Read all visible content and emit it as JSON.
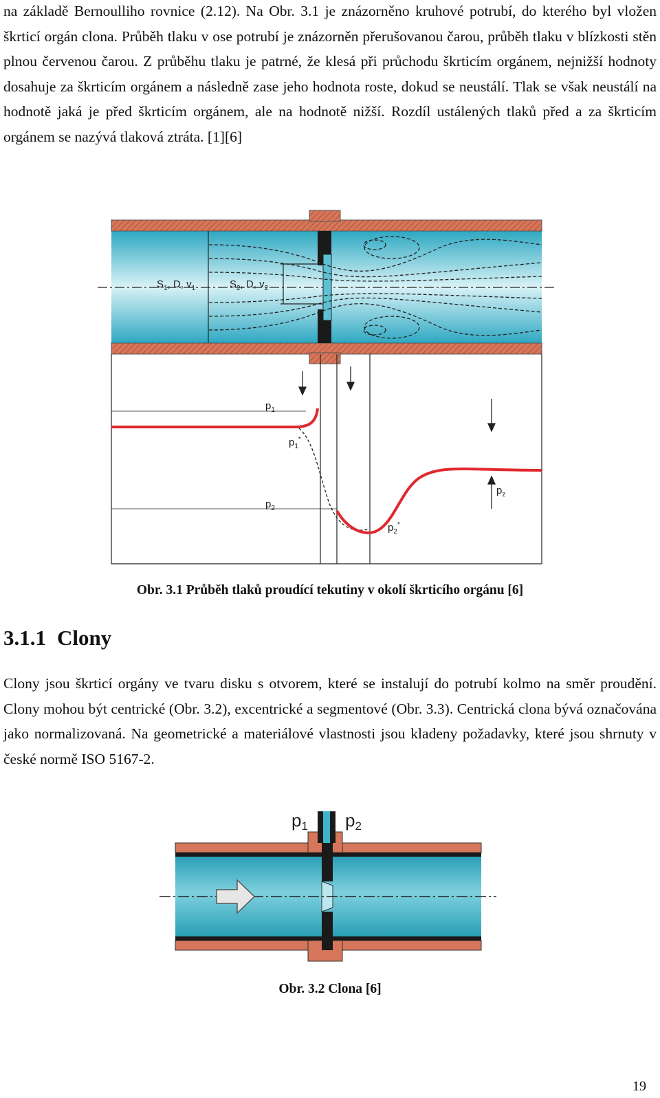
{
  "paragraph1": "na základě Bernoulliho rovnice (2.12). Na Obr. 3.1 je znázorněno kruhové potrubí, do kterého byl vložen škrticí orgán clona. Průběh tlaku v ose potrubí je znázorněn přerušovanou čarou, průběh tlaku v blízkosti stěn plnou červenou čarou. Z průběhu tlaku je patrné, že klesá při průchodu škrticím orgánem, nejnižší hodnoty dosahuje za škrticím orgánem a následně zase jeho hodnota roste, dokud se neustálí. Tlak se však neustálí na hodnotě jaká je před škrticím orgánem, ale na hodnotě nižší. Rozdíl ustálených tlaků před a za škrticím orgánem se nazývá tlaková ztráta. [1][6]",
  "figure1": {
    "label_section1_s": "S",
    "label_section1_sub": "1",
    "label_section1_rest": ", D, v",
    "label_section1_vsub": "1",
    "label_section2_s": "S",
    "label_section2_sub": "2",
    "label_section2_rest": ", D, v",
    "label_section2_vsub": "2",
    "p1": "p",
    "p1_sub": "1",
    "p1_star": "p",
    "p1_star_sub": "1",
    "p1_star_sup": "*",
    "p2": "p",
    "p2_sub": "2",
    "p2_star": "p",
    "p2_star_sub": "2",
    "p2_star_sup": "*",
    "pz": "p",
    "pz_sub": "z",
    "caption": "Obr. 3.1 Průběh tlaků proudící tekutiny v okolí škrticího orgánu [6]"
  },
  "heading": {
    "number": "3.1.1",
    "title": "Clony"
  },
  "paragraph2": "Clony jsou škrticí orgány ve tvaru disku s otvorem, které se instalují do potrubí kolmo na směr proudění. Clony mohou být centrické (Obr. 3.2), excentrické a segmentové (Obr. 3.3). Centrická clona bývá označována jako normalizovaná. Na geometrické a materiálové vlastnosti jsou kladeny požadavky, které jsou shrnuty v české normě ISO 5167-2.",
  "figure2": {
    "p1": "p",
    "p1_sub": "1",
    "p2": "p",
    "p2_sub": "2",
    "caption": "Obr. 3.2 Clona [6]"
  },
  "page_number": "19",
  "colors": {
    "pipe_wall": "#d6765a",
    "fluid": "#3fb4c9",
    "pressure_line": "#e0282e"
  }
}
